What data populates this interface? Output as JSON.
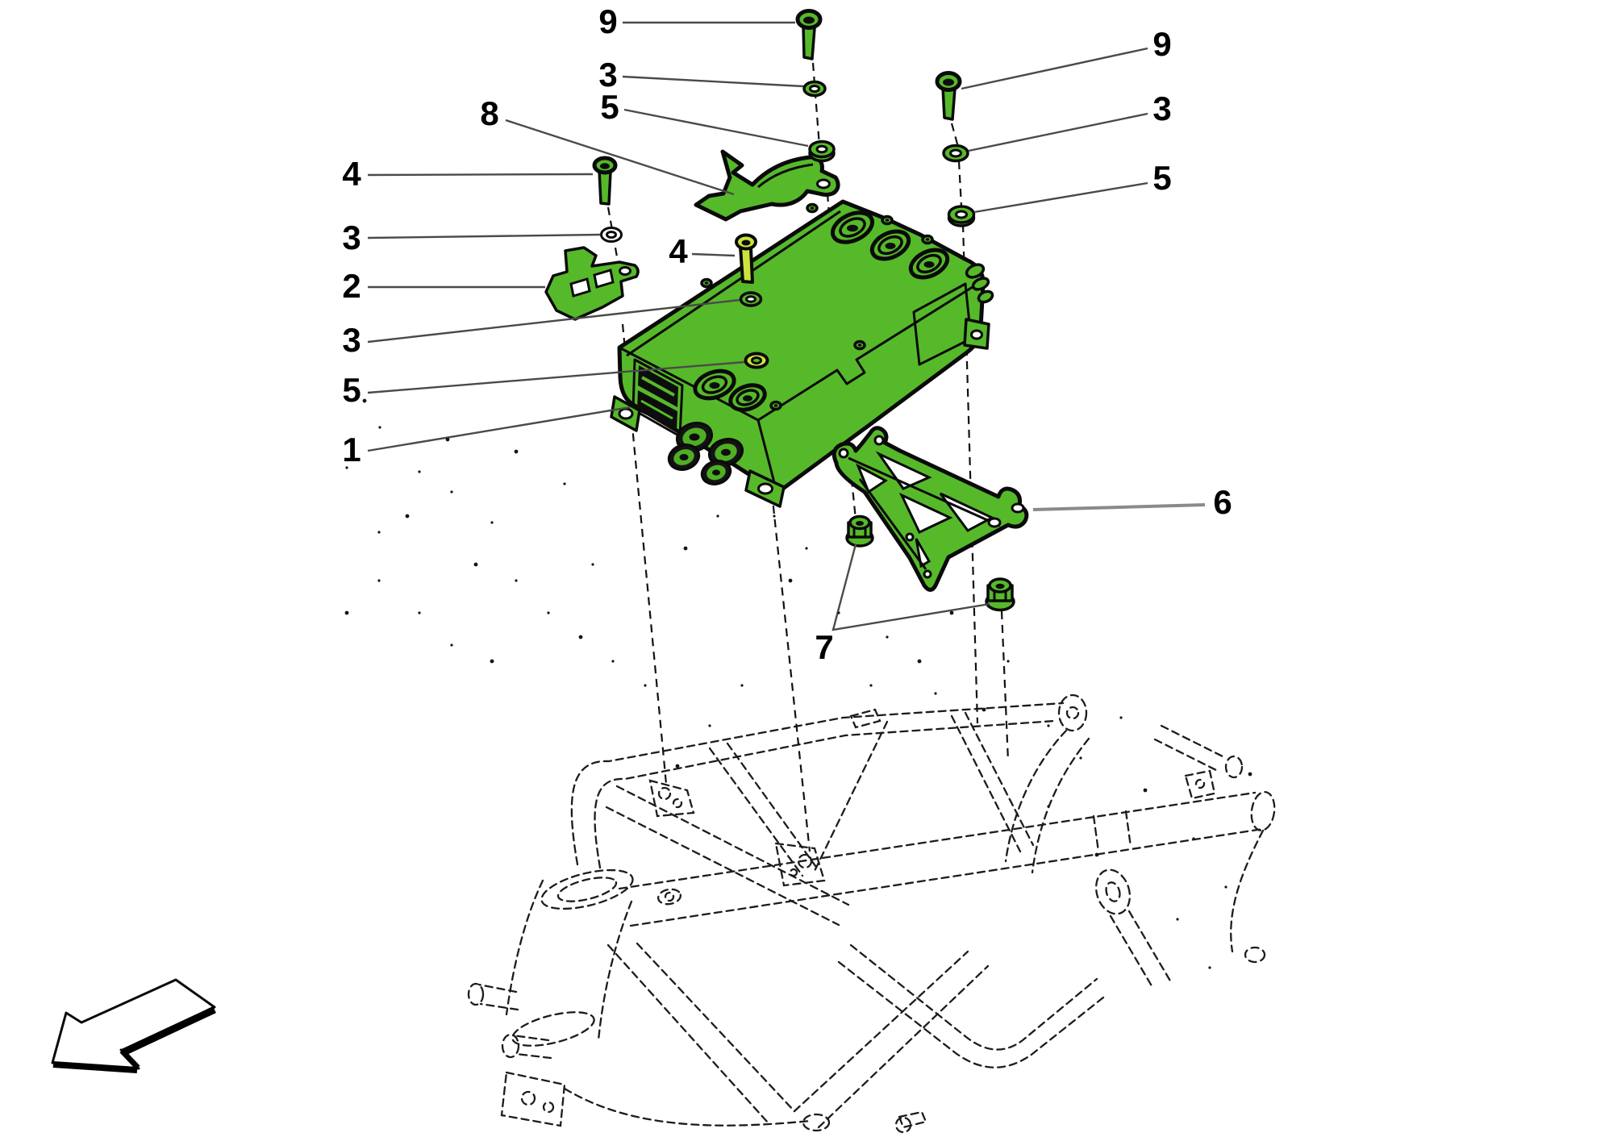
{
  "diagram": {
    "type": "exploded-parts-diagram",
    "description": "Exploded view of an electronic control unit (green highlighted) with mounting brackets, bolts, washers and nuts above a tubular chassis frame shown in dashed outline, with a direction arrow at lower left",
    "colors": {
      "part_highlight": "#56b92a",
      "fastener_accent": "#cde23e",
      "outline": "#0a0a0a",
      "leader_line": "#4a4a4a",
      "frame_line": "#1c1c1c",
      "background": "#ffffff"
    },
    "callouts": [
      {
        "id": "9-top",
        "label": "9"
      },
      {
        "id": "3-top",
        "label": "3"
      },
      {
        "id": "5-top",
        "label": "5"
      },
      {
        "id": "8",
        "label": "8"
      },
      {
        "id": "4-left",
        "label": "4"
      },
      {
        "id": "3-left",
        "label": "3"
      },
      {
        "id": "2",
        "label": "2"
      },
      {
        "id": "3-mid",
        "label": "3"
      },
      {
        "id": "5-mid",
        "label": "5"
      },
      {
        "id": "1",
        "label": "1"
      },
      {
        "id": "4-center",
        "label": "4"
      },
      {
        "id": "9-right",
        "label": "9"
      },
      {
        "id": "3-right",
        "label": "3"
      },
      {
        "id": "5-right",
        "label": "5"
      },
      {
        "id": "6",
        "label": "6"
      },
      {
        "id": "7",
        "label": "7"
      }
    ]
  }
}
